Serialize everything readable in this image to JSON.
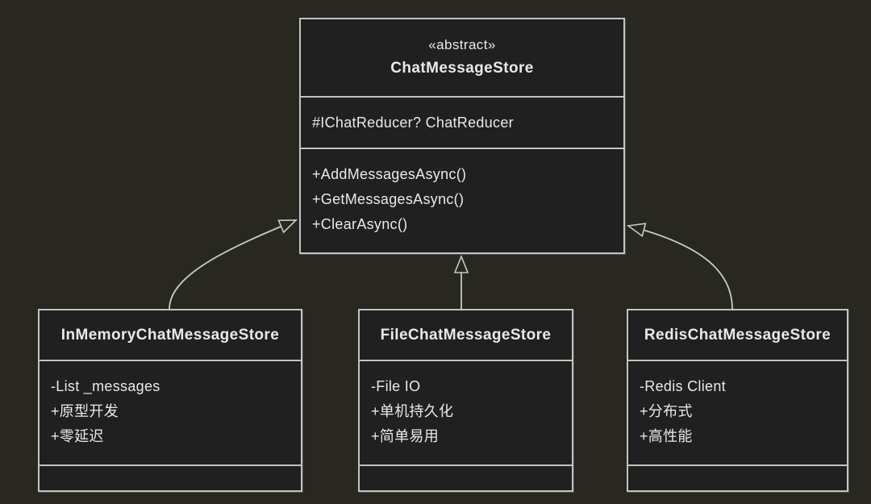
{
  "diagram": {
    "type": "uml-class-diagram",
    "colors": {
      "background": "#282821",
      "box_fill": "#202020",
      "border": "#c3c3bf",
      "text": "#e9e9e6"
    },
    "classes": [
      {
        "stereotype": "«abstract»",
        "name": "ChatMessageStore",
        "attributes": [
          "#IChatReducer? ChatReducer"
        ],
        "methods": [
          "+AddMessagesAsync()",
          "+GetMessagesAsync()",
          "+ClearAsync()"
        ]
      },
      {
        "stereotype": "",
        "name": "InMemoryChatMessageStore",
        "attributes": [
          "-List _messages",
          "+原型开发",
          "+零延迟"
        ],
        "methods": []
      },
      {
        "stereotype": "",
        "name": "FileChatMessageStore",
        "attributes": [
          "-File IO",
          "+单机持久化",
          "+简单易用"
        ],
        "methods": []
      },
      {
        "stereotype": "",
        "name": "RedisChatMessageStore",
        "attributes": [
          "-Redis Client",
          "+分布式",
          "+高性能"
        ],
        "methods": []
      }
    ],
    "relationships": [
      {
        "from": "InMemoryChatMessageStore",
        "to": "ChatMessageStore",
        "type": "generalization"
      },
      {
        "from": "FileChatMessageStore",
        "to": "ChatMessageStore",
        "type": "generalization"
      },
      {
        "from": "RedisChatMessageStore",
        "to": "ChatMessageStore",
        "type": "generalization"
      }
    ]
  }
}
